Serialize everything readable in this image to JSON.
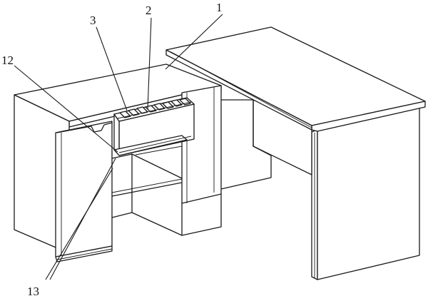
{
  "labels": {
    "n1": "1",
    "n2": "2",
    "n3": "3",
    "n12": "12",
    "n13": "13"
  }
}
